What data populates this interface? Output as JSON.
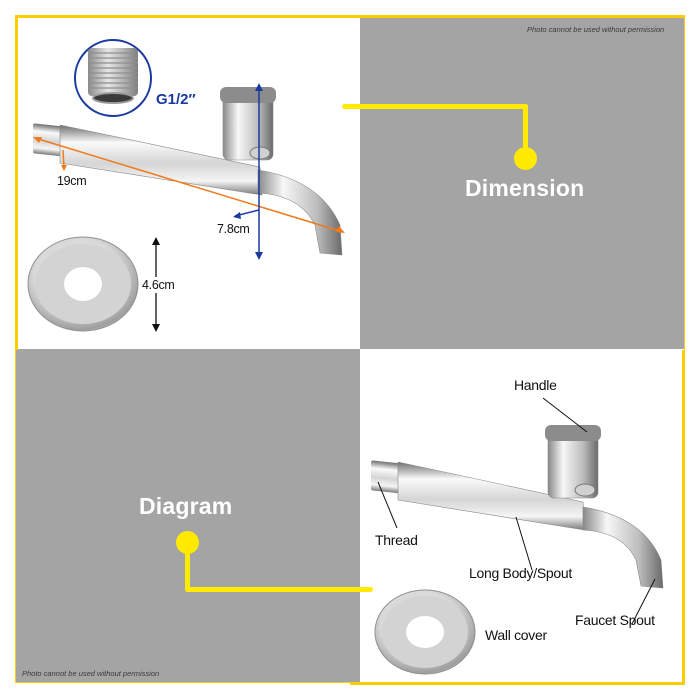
{
  "colors": {
    "frame": "#FFCC00",
    "connector": "#FFEA00",
    "panel_gray": "#A5A4A5",
    "dimension_orange": "#F07A1A",
    "dimension_blue": "#1a3aa0"
  },
  "watermark_text": "Photo cannot be used without permission",
  "dimension_panel": {
    "title": "Dimension",
    "thread_size": "G1/2″",
    "length": "19cm",
    "height": "7.8cm",
    "wall_cover_diameter": "4.6cm"
  },
  "diagram_panel": {
    "title": "Diagram",
    "labels": {
      "handle": "Handle",
      "thread": "Thread",
      "long_body": "Long Body/Spout",
      "faucet_spout": "Faucet Spout",
      "wall_cover": "Wall cover"
    }
  }
}
